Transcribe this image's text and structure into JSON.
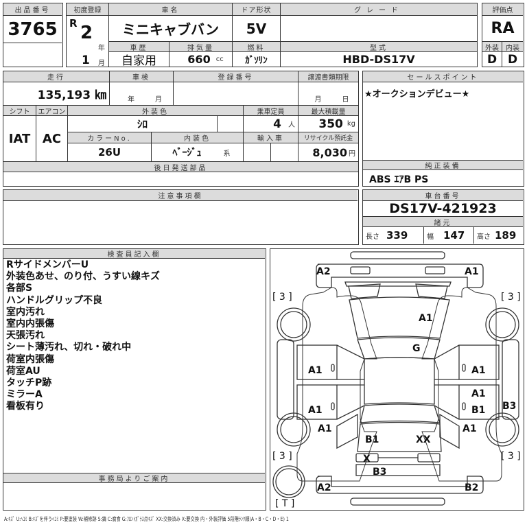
{
  "header": {
    "lot_number_label": "出品番号",
    "lot_number": "3765",
    "first_reg_label": "初度登録",
    "era": "R",
    "year": "2",
    "year_unit": "年",
    "month": "1",
    "month_unit": "月",
    "car_name_label": "車名",
    "car_name": "ミニキャブバン",
    "door_label": "ドア形状",
    "door": "5V",
    "grade_label": "グレード",
    "grade": "",
    "history_label": "車歴",
    "history": "自家用",
    "displacement_label": "排気量",
    "displacement": "660",
    "displacement_unit": "cc",
    "fuel_label": "燃料",
    "fuel": "ｶﾞｿﾘﾝ",
    "model_label": "型式",
    "model": "HBD-DS17V",
    "score_label": "評価点",
    "score": "RA",
    "exterior_label": "外装",
    "exterior": "D",
    "interior_label": "内装",
    "interior": "D"
  },
  "details": {
    "mileage_label": "走行",
    "mileage": "135,193 ㎞",
    "inspection_label": "車検",
    "inspection_year_unit": "年",
    "inspection_month_unit": "月",
    "registration_label": "登録番号",
    "registration": "",
    "transfer_label": "譲渡書類期限",
    "transfer_month_unit": "月",
    "transfer_day_unit": "日",
    "shift_label": "シフト",
    "shift": "IAT",
    "ac_label": "エアコン",
    "ac": "AC",
    "ext_color_label": "外装色",
    "ext_color": "ｼﾛ",
    "capacity_label": "乗車定員",
    "capacity": "4",
    "capacity_unit": "人",
    "max_load_label": "最大積載量",
    "max_load": "350",
    "max_load_unit": "kg",
    "color_no_label": "カラーNo.",
    "color_no": "26U",
    "int_color_label": "内装色",
    "int_color": "ﾍﾞｰｼﾞｭ",
    "int_color_suffix": "系",
    "import_label": "輸入車",
    "recycle_label": "リサイクル預託金",
    "recycle": "8,030",
    "recycle_unit": "円",
    "later_parts_label": "後日発送部品",
    "later_parts": "",
    "caution_label": "注意事項欄",
    "caution": ""
  },
  "sales": {
    "sales_point_label": "セールスポイント",
    "sales_point": "★オークションデビュー★",
    "equipment_label": "純正装備",
    "equipment": "ABS ｴｱB PS",
    "chassis_label": "車台番号",
    "chassis": "DS17V-421923",
    "specs_label": "諸元",
    "length_label": "長さ",
    "length": "339",
    "width_label": "幅",
    "width": "147",
    "height_label": "高さ",
    "height": "189"
  },
  "inspector": {
    "label": "検査員記入欄",
    "notes": [
      "RサイドメンバーU",
      "外装色あせ、のり付、うすい線キズ",
      "各部S",
      "ハンドルグリップ不良",
      "室内汚れ",
      "室内内張傷",
      "天張汚れ",
      "シート薄汚れ、切れ・破れ中",
      "荷室内張傷",
      "荷室AU",
      "タッチP跡",
      "ミラーA",
      "看板有り"
    ],
    "office_label": "事務局よりご案内",
    "office": ""
  },
  "diagram": {
    "marks": {
      "front_left_corner": "A2",
      "front_right_corner": "A1",
      "hood": "A1",
      "windshield": "G",
      "left_front_door": "A1",
      "right_front_door": "A1",
      "left_rear_door": "A1",
      "right_rear_door_1": "A1",
      "right_rear_door_2": "B1",
      "right_side_strip": "B3",
      "left_rear_quarter": "A1",
      "right_rear_quarter": "A1",
      "rear_left": "B1",
      "rear_right": "XX",
      "rear_lamp_left": "X",
      "rear_panel": "B3",
      "rear_bumper_left": "A2",
      "rear_bumper_right": "B2"
    },
    "tire_tl": "[ 3 ]",
    "tire_tr": "[ 3 ]",
    "tire_bl": "[ 3 ]",
    "tire_br": "[ 3 ]",
    "spare": "[ T ]"
  },
  "legend": "A:ｷｽﾞ U:ﾍｺﾐ B:ｷｽﾞを伴うﾍｺﾐ P:要塗装 W:補修跡 S:錆 C:腐食 G:ﾌﾛﾝﾄｶﾞﾗｽ点ｷｽﾞ XX:交換済み X:要交換 内・外装評価 5段階ﾗﾝｸ順(A・B・C・D・E) 1"
}
